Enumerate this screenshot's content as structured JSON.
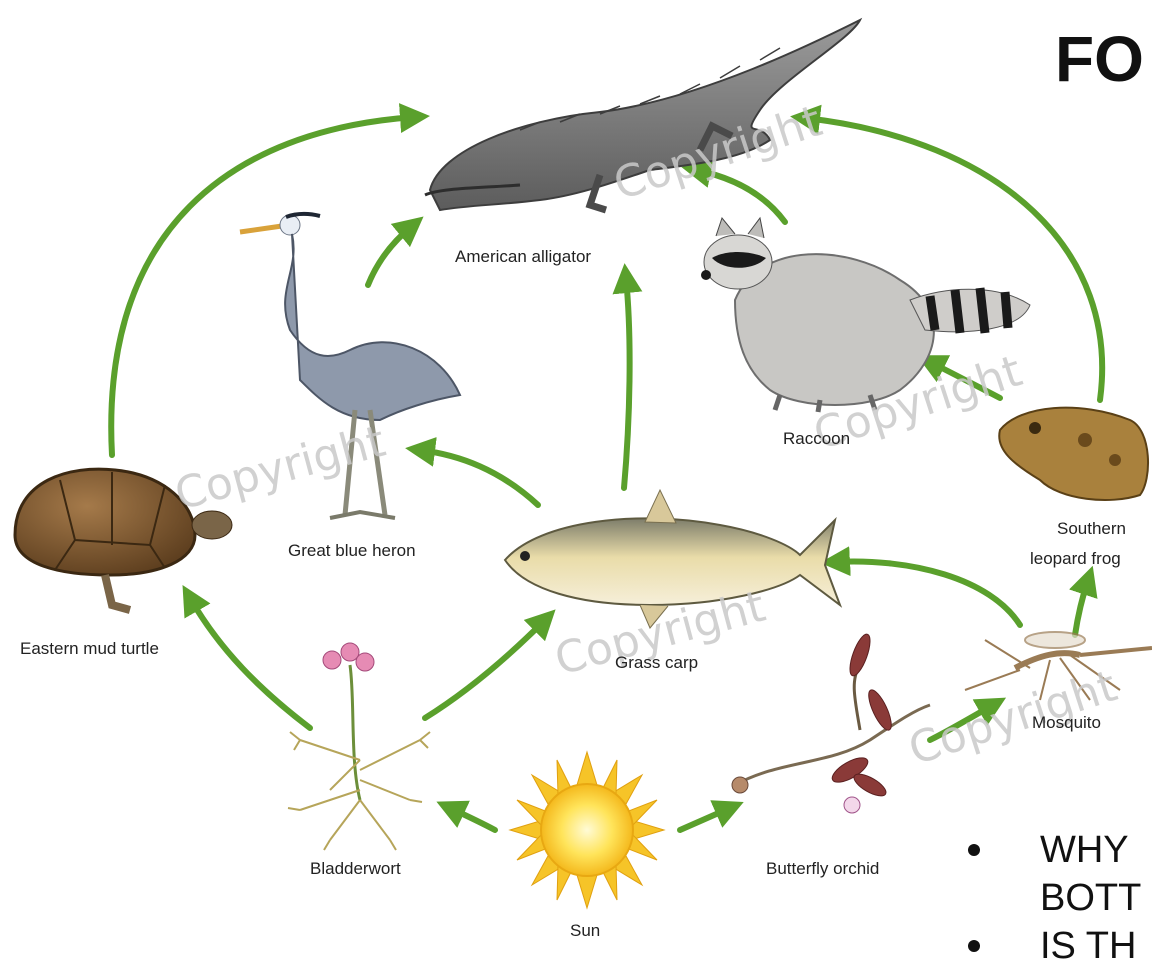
{
  "title": "FO",
  "organisms": {
    "alligator": "American alligator",
    "heron": "Great blue heron",
    "raccoon": "Raccoon",
    "frog_line1": "Southern",
    "frog_line2": "leopard frog",
    "turtle": "Eastern mud turtle",
    "carp": "Grass carp",
    "mosquito": "Mosquito",
    "bladderwort": "Bladderwort",
    "orchid": "Butterfly orchid",
    "sun": "Sun"
  },
  "watermark": "Copyright",
  "bullets": [
    "WHY",
    "BOTT",
    "IS TH"
  ],
  "colors": {
    "arrow": "#5aa02c",
    "text": "#222222"
  }
}
